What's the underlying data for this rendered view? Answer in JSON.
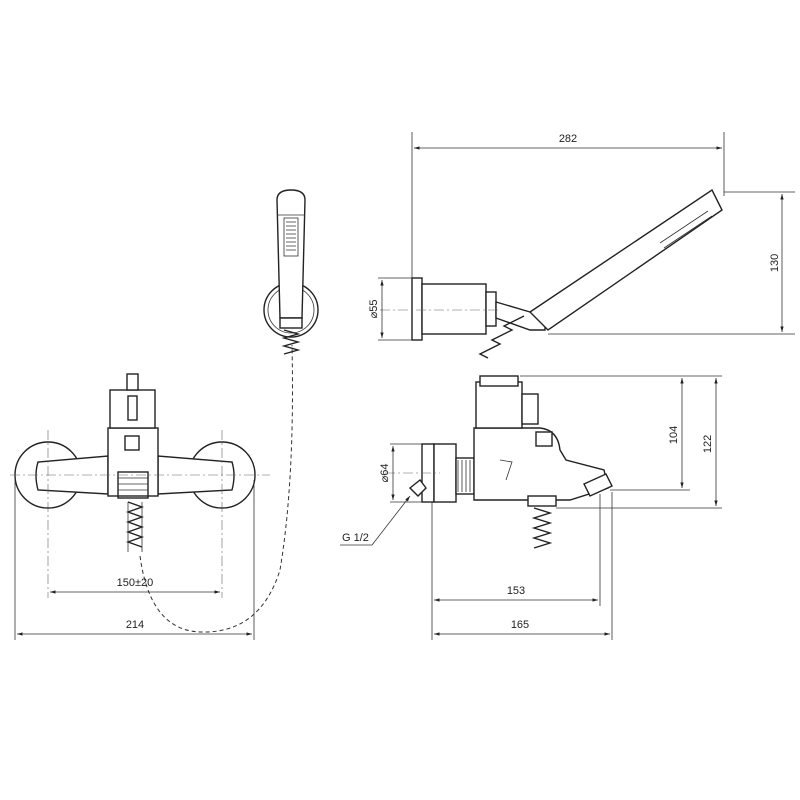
{
  "dimensions": {
    "top_width": "282",
    "handshower_height": "130",
    "holder_diameter": "⌀55",
    "depth_spout": "104",
    "depth_total": "122",
    "escutcheon_diameter": "⌀64",
    "thread": "G 1/2",
    "center_distance": "150±20",
    "total_width": "214",
    "proj_spout": "153",
    "proj_total": "165"
  },
  "colors": {
    "line": "#222222",
    "background": "#ffffff"
  }
}
